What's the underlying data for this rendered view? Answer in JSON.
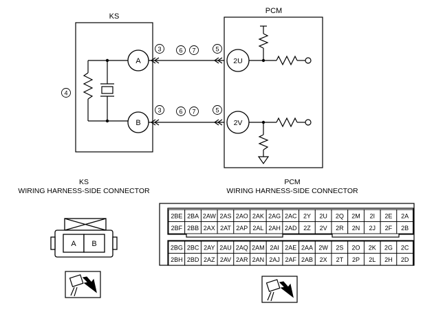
{
  "ks": {
    "title": "KS",
    "pins": [
      "A",
      "B"
    ],
    "connector_caption_1": "KS",
    "connector_caption_2": "WIRING HARNESS-SIDE CONNECTOR"
  },
  "pcm": {
    "title": "PCM",
    "pins": [
      "2U",
      "2V"
    ],
    "connector_caption_1": "PCM",
    "connector_caption_2": "WIRING HARNESS-SIDE CONNECTOR",
    "connector_rows": [
      [
        "2BE",
        "2BA",
        "2AW",
        "2AS",
        "2AO",
        "2AK",
        "2AG",
        "2AC",
        "2Y",
        "2U",
        "2Q",
        "2M",
        "2I",
        "2E",
        "2A"
      ],
      [
        "2BF",
        "2BB",
        "2AX",
        "2AT",
        "2AP",
        "2AL",
        "2AH",
        "2AD",
        "2Z",
        "2V",
        "2R",
        "2N",
        "2J",
        "2F",
        "2B"
      ],
      [
        "2BG",
        "2BC",
        "2AY",
        "2AU",
        "2AQ",
        "2AM",
        "2AI",
        "2AE",
        "2AA",
        "2W",
        "2S",
        "2O",
        "2K",
        "2G",
        "2C"
      ],
      [
        "2BH",
        "2BD",
        "2AZ",
        "2AV",
        "2AR",
        "2AN",
        "2AJ",
        "2AF",
        "2AB",
        "2X",
        "2T",
        "2P",
        "2L",
        "2H",
        "2D"
      ]
    ]
  },
  "callouts": {
    "ks_a": "3",
    "ks_b": "3",
    "wire_top_1": "6",
    "wire_top_2": "7",
    "wire_bot_1": "6",
    "wire_bot_2": "7",
    "pcm_2u": "5",
    "pcm_2v": "5",
    "side": "4"
  }
}
